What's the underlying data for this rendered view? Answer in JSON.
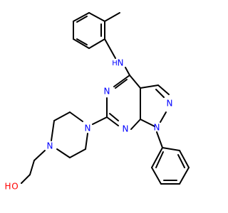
{
  "molecule": {
    "atoms": {
      "nh_n": "N",
      "nh_h": "H",
      "pyr_n3": "N",
      "pyr_n1": "N",
      "pz_n2": "N",
      "pz_n1": "N",
      "pip_n4": "N",
      "pip_n1": "N",
      "oh_h": "H",
      "oh_o": "O"
    }
  },
  "colors": {
    "bond": "#000000",
    "nitrogen": "#0000ff",
    "oxygen": "#ff0000"
  }
}
